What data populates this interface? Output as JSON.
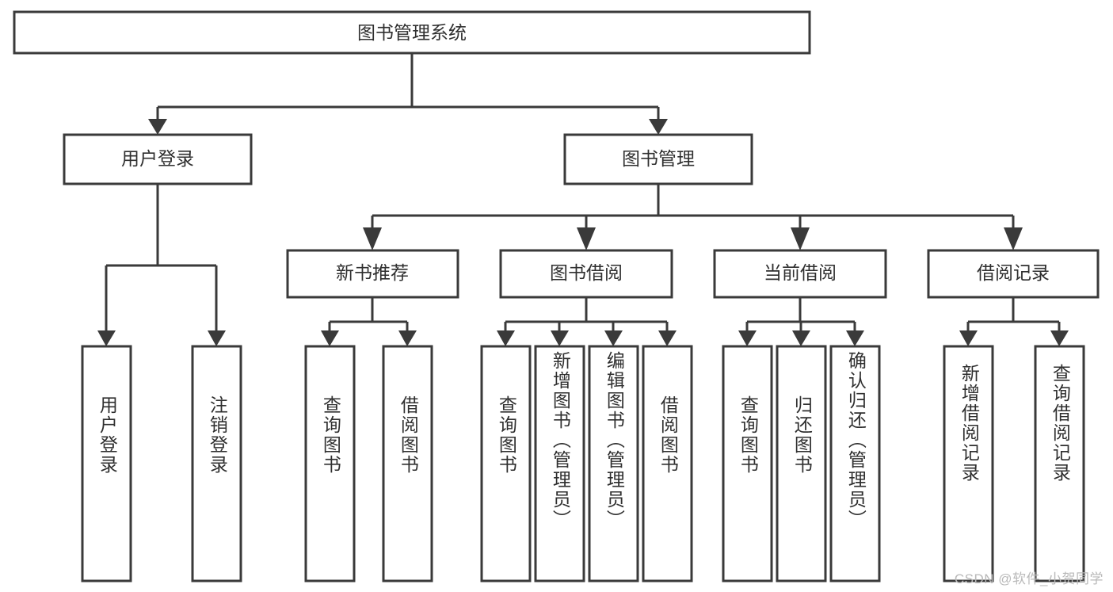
{
  "diagram": {
    "title": "图书管理系统",
    "type": "tree-hierarchy",
    "watermark": "CSDN @软件_小贺同学",
    "colors": {
      "stroke": "#3a3a3a",
      "box_fill": "#ffffff",
      "text": "#2f2f2f",
      "watermark": "#b9b9b9",
      "background": "#ffffff"
    },
    "root": {
      "label": "图书管理系统"
    },
    "level2": [
      {
        "label": "用户登录"
      },
      {
        "label": "图书管理"
      }
    ],
    "level3": [
      {
        "label": "新书推荐"
      },
      {
        "label": "图书借阅"
      },
      {
        "label": "当前借阅"
      },
      {
        "label": "借阅记录"
      }
    ],
    "leaves": {
      "user_login": [
        {
          "label": "用户登录"
        },
        {
          "label": "注销登录"
        }
      ],
      "new_book_recommend": [
        {
          "label": "查询图书"
        },
        {
          "label": "借阅图书"
        }
      ],
      "book_borrow": [
        {
          "label": "查询图书"
        },
        {
          "label": "新增图书（管理员）"
        },
        {
          "label": "编辑图书（管理员）"
        },
        {
          "label": "借阅图书"
        }
      ],
      "current_borrow": [
        {
          "label": "查询图书"
        },
        {
          "label": "归还图书"
        },
        {
          "label": "确认归还（管理员）"
        }
      ],
      "borrow_record": [
        {
          "label": "新增借阅记录"
        },
        {
          "label": "查询借阅记录"
        }
      ]
    }
  }
}
